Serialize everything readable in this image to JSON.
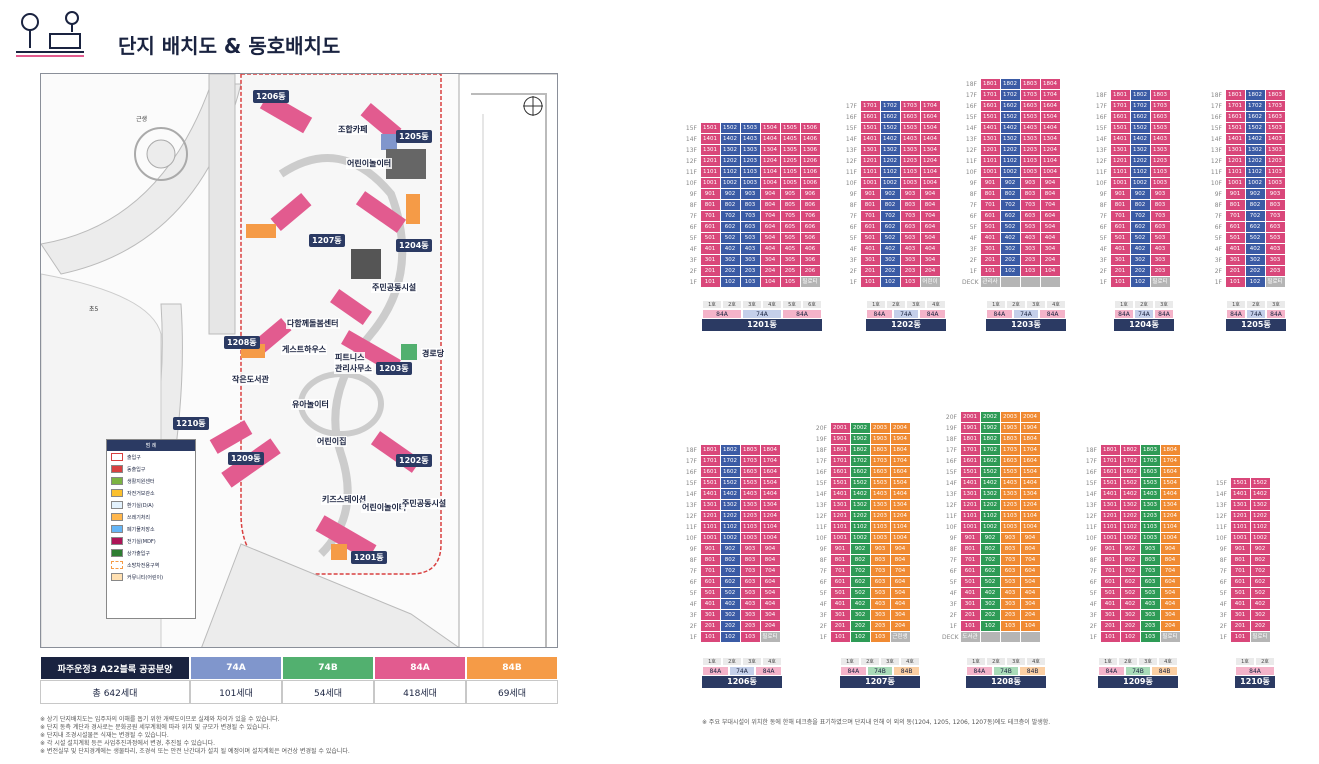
{
  "title": "단지 배치도 & 동호배치도",
  "colors": {
    "navy": "#1a2340",
    "blue74A": "#8096cc",
    "green74B": "#52b06f",
    "pink84A": "#e25b8f",
    "orange84B": "#f59b47"
  },
  "map": {
    "labels": [
      "근생",
      "초5"
    ],
    "buildings": [
      "1206동",
      "1205동",
      "1207동",
      "1204동",
      "1208동",
      "1203동",
      "1210동",
      "1209동",
      "1202동",
      "1201동"
    ],
    "facilities": [
      "조합카페",
      "어린이놀이터",
      "주민공동시설",
      "다함께돌봄센터",
      "게스트하우스",
      "경로당",
      "피트니스",
      "관리사무소",
      "작은도서관",
      "유아놀이터",
      "어린이집",
      "키즈스테이션",
      "어린이놀이터",
      "주민공동시설"
    ],
    "legend_title": "범 례",
    "legend_items": [
      "출입구",
      "동출입구",
      "생활지원센터",
      "자전거보관소",
      "환기실(D/A)",
      "쓰레기처리",
      "폐기물저장소",
      "전기실(MDF)",
      "상가출입구",
      "소방차전용구역",
      "커뮤니티(어린이)"
    ]
  },
  "summary": {
    "headers": [
      "파주운정3 A22블록 공공분양",
      "74A",
      "74B",
      "84A",
      "84B"
    ],
    "values": [
      "총 642세대",
      "101세대",
      "54세대",
      "418세대",
      "69세대"
    ]
  },
  "notes_left": [
    "※ 상기 단지배치도는 입주자의 이해를 돕기 위한 개략도이므로 실제와 차이가 있을 수 있습니다.",
    "※ 단지 동측 계단과 경사로는 문화공원 세부계획에 따라 위치 및 규모가 변경될 수 있습니다.",
    "※ 단지내 조경시설물은 식재는 변경될 수 있습니다.",
    "※ 각 시설 설치계획 등은 사업추진과정에서 변경, 추진될 수 있습니다.",
    "※ 변전실부 및 단지경계에는 생물타리, 조경석 또는 안전 난간대가 설치 될 예정이며 설치계획은 여건상 변경될 수 있습니다."
  ],
  "note_right": "※ 주요 부대시설이 위치한 동에 한해 테크층을 표기하였으며 단지내 인해 이 외의 동(1204, 1205, 1206, 1207동)에도 테크층이 발생함.",
  "blocks": [
    {
      "name": "1201동",
      "ho": [
        "1호",
        "2호",
        "3호",
        "4호",
        "5호",
        "6호"
      ],
      "types": [
        "84A",
        "74A",
        "84A"
      ]
    },
    {
      "name": "1202동",
      "ho": [
        "1호",
        "2호",
        "3호",
        "4호"
      ],
      "types": [
        "84A",
        "74A",
        "84A"
      ]
    },
    {
      "name": "1203동",
      "ho": [
        "1호",
        "2호",
        "3호",
        "4호"
      ],
      "types": [
        "84A",
        "74A",
        "84A"
      ]
    },
    {
      "name": "1204동",
      "ho": [
        "1호",
        "2호",
        "3호"
      ],
      "types": [
        "84A",
        "74A",
        "84A"
      ]
    },
    {
      "name": "1205동",
      "ho": [
        "1호",
        "2호",
        "3호"
      ],
      "types": [
        "84A",
        "74A",
        "84A"
      ]
    },
    {
      "name": "1206동",
      "ho": [
        "1호",
        "2호",
        "3호",
        "4호"
      ],
      "types": [
        "84A",
        "74A",
        "84A"
      ]
    },
    {
      "name": "1207동",
      "ho": [
        "1호",
        "2호",
        "3호",
        "4호"
      ],
      "types": [
        "84A",
        "74B",
        "84B"
      ]
    },
    {
      "name": "1208동",
      "ho": [
        "1호",
        "2호",
        "3호",
        "4호"
      ],
      "types": [
        "84A",
        "74B",
        "84B"
      ]
    },
    {
      "name": "1209동",
      "ho": [
        "1호",
        "2호",
        "3호",
        "4호"
      ],
      "types": [
        "84A",
        "74B",
        "84B"
      ]
    },
    {
      "name": "1210동",
      "ho": [
        "1호",
        "2호"
      ],
      "types": [
        "84A"
      ]
    }
  ],
  "grids": [
    {
      "floors": [
        "15F",
        "14F",
        "13F",
        "12F",
        "11F",
        "10F",
        "9F",
        "8F",
        "7F",
        "6F",
        "5F",
        "4F",
        "3F",
        "2F",
        "1F"
      ],
      "units": 6,
      "scheme": "pbbppp",
      "bottom": "필로티"
    },
    {
      "floors": [
        "17F",
        "16F",
        "15F",
        "14F",
        "13F",
        "12F",
        "11F",
        "10F",
        "9F",
        "8F",
        "7F",
        "6F",
        "5F",
        "4F",
        "3F",
        "2F",
        "1F"
      ],
      "units": 4,
      "scheme": "pbpp",
      "bottom": "어린이집"
    },
    {
      "floors": [
        "18F",
        "17F",
        "16F",
        "15F",
        "14F",
        "13F",
        "12F",
        "11F",
        "10F",
        "9F",
        "8F",
        "7F",
        "6F",
        "5F",
        "4F",
        "3F",
        "2F",
        "1F",
        "DECK"
      ],
      "units": 4,
      "scheme": "pbpp",
      "bottom": "관리사무소"
    },
    {
      "floors": [
        "18F",
        "17F",
        "16F",
        "15F",
        "14F",
        "13F",
        "12F",
        "11F",
        "10F",
        "9F",
        "8F",
        "7F",
        "6F",
        "5F",
        "4F",
        "3F",
        "2F",
        "1F"
      ],
      "units": 3,
      "scheme": "pbp",
      "bottom": "필로티"
    },
    {
      "floors": [
        "18F",
        "17F",
        "16F",
        "15F",
        "14F",
        "13F",
        "12F",
        "11F",
        "10F",
        "9F",
        "8F",
        "7F",
        "6F",
        "5F",
        "4F",
        "3F",
        "2F",
        "1F"
      ],
      "units": 3,
      "scheme": "pbp",
      "bottom": "필로티"
    },
    {
      "floors": [
        "18F",
        "17F",
        "16F",
        "15F",
        "14F",
        "13F",
        "12F",
        "11F",
        "10F",
        "9F",
        "8F",
        "7F",
        "6F",
        "5F",
        "4F",
        "3F",
        "2F",
        "1F"
      ],
      "units": 4,
      "scheme": "pbpp",
      "bottom": "필로티"
    },
    {
      "floors": [
        "20F",
        "19F",
        "18F",
        "17F",
        "16F",
        "15F",
        "14F",
        "13F",
        "12F",
        "11F",
        "10F",
        "9F",
        "8F",
        "7F",
        "6F",
        "5F",
        "4F",
        "3F",
        "2F",
        "1F"
      ],
      "units": 4,
      "scheme": "pgoo",
      "bottom": "근린생활"
    },
    {
      "floors": [
        "20F",
        "19F",
        "18F",
        "17F",
        "16F",
        "15F",
        "14F",
        "13F",
        "12F",
        "11F",
        "10F",
        "9F",
        "8F",
        "7F",
        "6F",
        "5F",
        "4F",
        "3F",
        "2F",
        "1F",
        "DECK"
      ],
      "units": 4,
      "scheme": "pgoo",
      "bottom": "도서관"
    },
    {
      "floors": [
        "18F",
        "17F",
        "16F",
        "15F",
        "14F",
        "13F",
        "12F",
        "11F",
        "10F",
        "9F",
        "8F",
        "7F",
        "6F",
        "5F",
        "4F",
        "3F",
        "2F",
        "1F"
      ],
      "units": 4,
      "scheme": "ppgo",
      "bottom": "필로티"
    },
    {
      "floors": [
        "15F",
        "14F",
        "13F",
        "12F",
        "11F",
        "10F",
        "9F",
        "8F",
        "7F",
        "6F",
        "5F",
        "4F",
        "3F",
        "2F",
        "1F"
      ],
      "units": 2,
      "scheme": "pp",
      "bottom": "필로티"
    }
  ]
}
